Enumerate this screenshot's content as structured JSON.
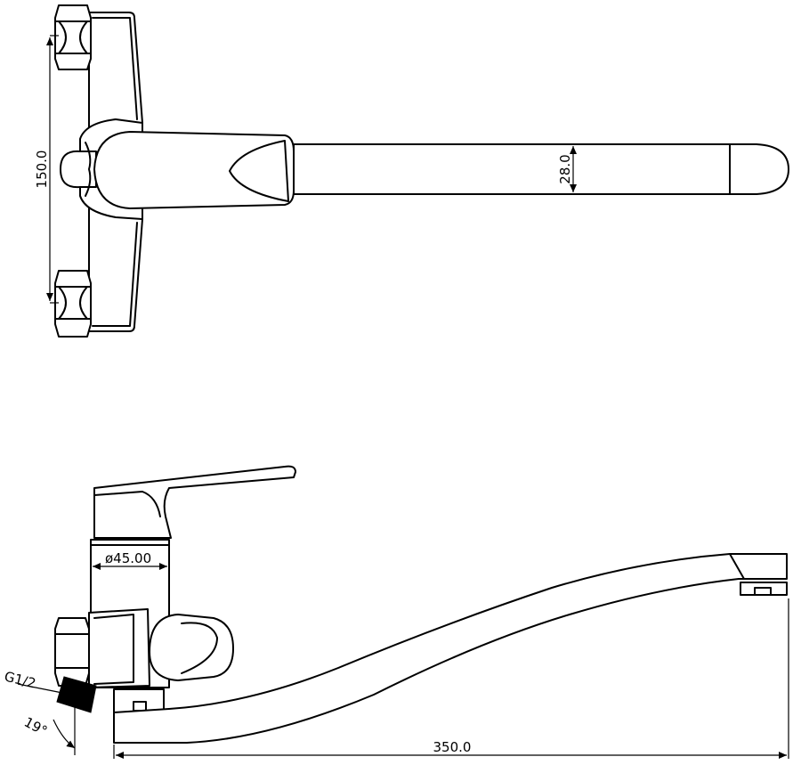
{
  "dimensions": {
    "mount_spacing": "150.0",
    "spout_width": "28.0",
    "body_diameter": "ø45.00",
    "inlet_thread": "G1/2",
    "tilt_angle": "19°",
    "spout_reach": "350.0"
  }
}
